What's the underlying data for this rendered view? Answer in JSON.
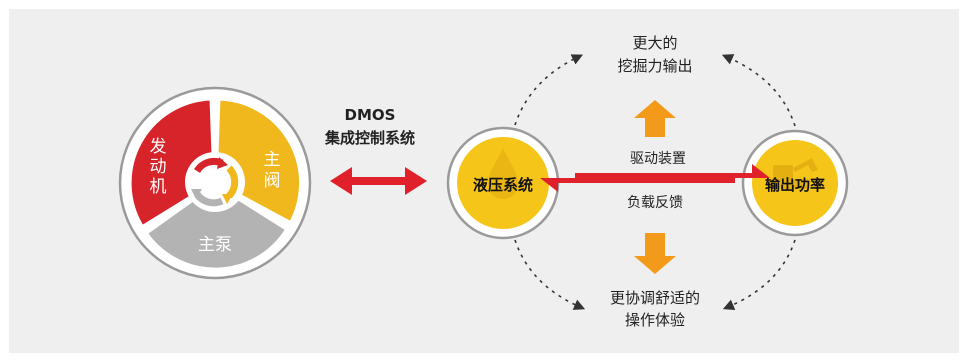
{
  "left_wheel": {
    "segments": [
      {
        "label": "发动机",
        "color": "#d7242a"
      },
      {
        "label": "主阀",
        "color": "#f0b81c"
      },
      {
        "label": "主泵",
        "color": "#b3b3b3"
      }
    ]
  },
  "link": {
    "line1": "DMOS",
    "line2": "集成控制系统",
    "arrow_color": "#e0202a"
  },
  "hydraulic": {
    "label": "液压系统",
    "color": "#f6c51a"
  },
  "output": {
    "label": "输出功率",
    "color": "#f6c51a"
  },
  "center_arrows": {
    "upper_label": "驱动装置",
    "lower_label": "负载反馈",
    "color": "#e0202a"
  },
  "top_text": {
    "line1": "更大的",
    "line2": "挖掘力输出"
  },
  "bottom_text": {
    "line1": "更协调舒适的",
    "line2": "操作体验"
  },
  "orange_arrow_color": "#f39a1b"
}
